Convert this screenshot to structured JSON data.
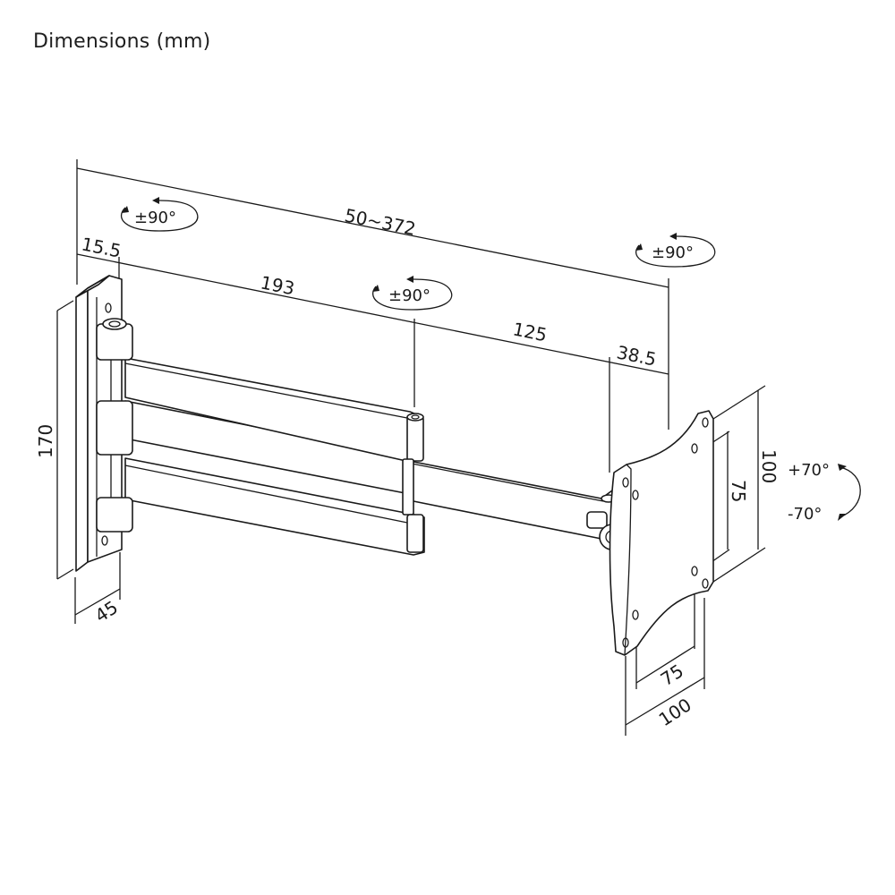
{
  "title": "Dimensions (mm)",
  "dimensions": {
    "total_reach": "50~372",
    "plate_offset": "15.5",
    "arm1_length": "193",
    "arm2_length": "125",
    "head_offset": "38.5",
    "wall_plate_height": "170",
    "wall_plate_width": "45",
    "vesa_vertical_outer": "100",
    "vesa_vertical_inner": "75",
    "vesa_horizontal_inner": "75",
    "vesa_horizontal_outer": "100"
  },
  "rotations": {
    "wall_swivel": "±90°",
    "middle_swivel": "±90°",
    "head_swivel": "±90°",
    "tilt_up": "+70°",
    "tilt_down": "-70°"
  },
  "colors": {
    "line": "#1a1a1a",
    "background": "#ffffff"
  }
}
